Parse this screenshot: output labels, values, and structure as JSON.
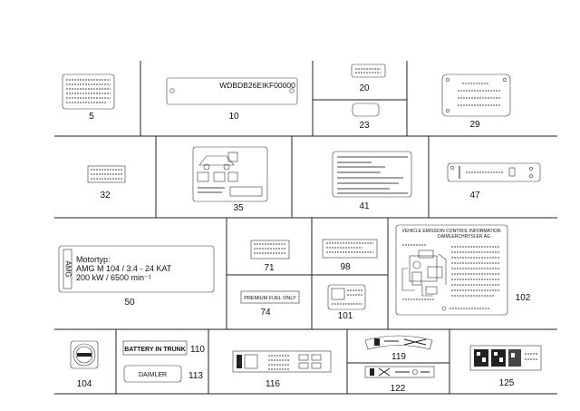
{
  "parts": [
    {
      "id": "p5",
      "number": "5"
    },
    {
      "id": "p10",
      "number": "10",
      "text": "WDBDB26EIKF00000"
    },
    {
      "id": "p20",
      "number": "20"
    },
    {
      "id": "p23",
      "number": "23"
    },
    {
      "id": "p29",
      "number": "29"
    },
    {
      "id": "p32",
      "number": "32"
    },
    {
      "id": "p35",
      "number": "35"
    },
    {
      "id": "p41",
      "number": "41"
    },
    {
      "id": "p47",
      "number": "47"
    },
    {
      "id": "p50",
      "number": "50",
      "lines": [
        "Motortyp:",
        "AMG M 104 / 3.4 - 24 KAT",
        "200 kW / 6500 min⁻¹"
      ],
      "logo": "AMG"
    },
    {
      "id": "p71",
      "number": "71"
    },
    {
      "id": "p74",
      "number": "74",
      "text": "PREMIUM FUEL ONLY"
    },
    {
      "id": "p98",
      "number": "98"
    },
    {
      "id": "p101",
      "number": "101"
    },
    {
      "id": "p102",
      "number": "102",
      "title": "VEHICLE EMISSION CONTROL INFORMATION",
      "subtitle": "DAIMLERCHRYSLER AG"
    },
    {
      "id": "p104",
      "number": "104"
    },
    {
      "id": "p110",
      "number": "110",
      "text": "BATTERY IN TRUNK"
    },
    {
      "id": "p113",
      "number": "113",
      "text": "DAIMLER"
    },
    {
      "id": "p116",
      "number": "116"
    },
    {
      "id": "p119",
      "number": "119"
    },
    {
      "id": "p122",
      "number": "122"
    },
    {
      "id": "p125",
      "number": "125"
    }
  ]
}
